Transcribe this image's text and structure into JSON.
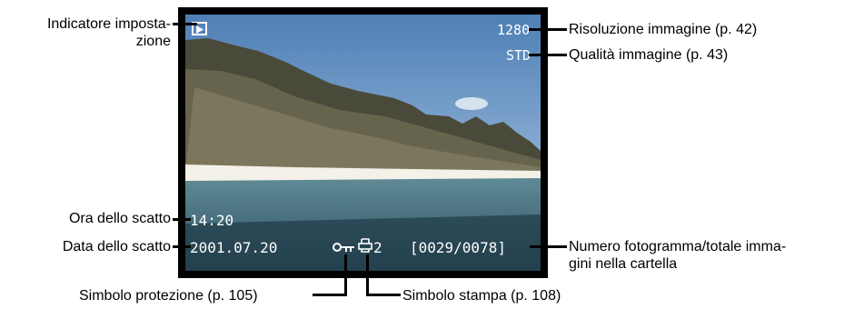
{
  "labels": {
    "setting_indicator": "Indicatore imposta-",
    "setting_indicator_2": "zione",
    "resolution": "Risoluzione immagine (p. 42)",
    "quality": "Qualità immagine (p. 43)",
    "time": "Ora dello scatto",
    "date": "Data dello scatto",
    "frame_count": "Numero fotogramma/totale imma-",
    "frame_count_2": "gini nella cartella",
    "protect": "Simbolo protezione (p. 105)",
    "print": "Simbolo stampa (p. 108)"
  },
  "display": {
    "resolution": "1280",
    "quality": "STD",
    "time": "14:20",
    "date": "2001.07.20",
    "protect_symbol": "O−∩",
    "print_count": "2",
    "frame": "[0029/0078]"
  },
  "icons": [
    "playback-mode-icon",
    "key-protect-icon",
    "printer-icon"
  ]
}
